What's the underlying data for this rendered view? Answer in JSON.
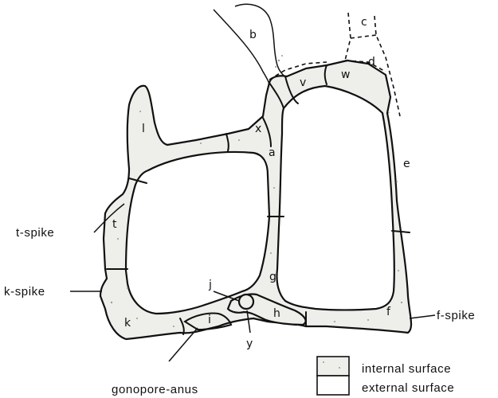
{
  "plates": {
    "b": "b",
    "c": "c",
    "d": "d",
    "v": "v",
    "w": "w",
    "x": "x",
    "l": "l",
    "a": "a",
    "e": "e",
    "t": "t",
    "g": "g",
    "j": "j",
    "k": "k",
    "i": "i",
    "h": "h",
    "y": "y",
    "f": "f"
  },
  "callouts": {
    "t_spike": "t-spike",
    "k_spike": "k-spike",
    "f_spike": "f-spike",
    "gonopore": "gonopore-anus"
  },
  "legend": {
    "internal": "internal surface",
    "external": "external surface"
  }
}
